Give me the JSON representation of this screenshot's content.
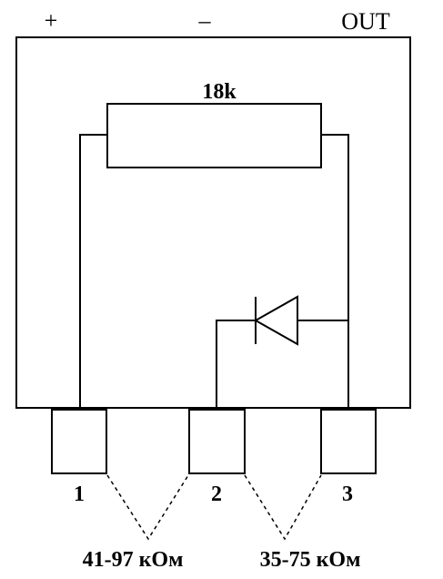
{
  "terminals": {
    "plus": "+",
    "minus": "–",
    "out": "OUT"
  },
  "resistor": {
    "label": "18k"
  },
  "pins": [
    {
      "number": "1"
    },
    {
      "number": "2"
    },
    {
      "number": "3"
    }
  ],
  "resistances": [
    {
      "label": "41-97 кОм"
    },
    {
      "label": "35-75 кОм"
    }
  ]
}
